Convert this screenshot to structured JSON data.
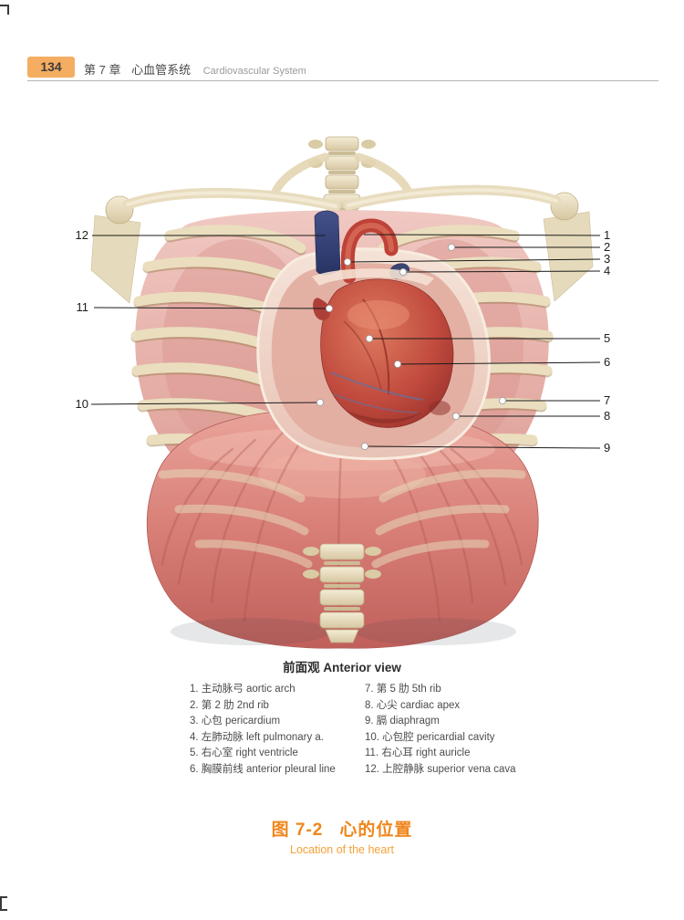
{
  "header": {
    "page_number": "134",
    "chapter_label": "第 7 章",
    "chapter_title_cn": "心血管系统",
    "chapter_title_en": "Cardiovascular System"
  },
  "figure": {
    "view_caption": "前面观 Anterior view",
    "markers": [
      {
        "num": "1"
      },
      {
        "num": "2"
      },
      {
        "num": "3"
      },
      {
        "num": "4"
      },
      {
        "num": "5"
      },
      {
        "num": "6"
      },
      {
        "num": "7"
      },
      {
        "num": "8"
      },
      {
        "num": "9"
      },
      {
        "num": "10"
      },
      {
        "num": "11"
      },
      {
        "num": "12"
      }
    ]
  },
  "legend": {
    "left": [
      "1. 主动脉弓 aortic arch",
      "2. 第 2 肋 2nd rib",
      "3. 心包 pericardium",
      "4. 左肺动脉 left pulmonary a.",
      "5. 右心室 right ventricle",
      "6. 胸膜前线 anterior pleural line"
    ],
    "right": [
      "7. 第 5 肋 5th rib",
      "8. 心尖 cardiac apex",
      "9. 膈 diaphragm",
      "10. 心包腔 pericardial cavity",
      "11. 右心耳 right auricle",
      "12. 上腔静脉 superior vena cava"
    ]
  },
  "caption": {
    "fig_label": "图 7-2",
    "title_cn": "心的位置",
    "title_en": "Location of the heart"
  },
  "colors": {
    "accent_orange": "#F0861B",
    "accent_orange_light": "#F4A037",
    "badge_orange": "#F5AD61",
    "heart_red": "#B23A31",
    "bone": "#EADEBF",
    "muscle_pink": "#D87F77",
    "vein_navy": "#36427A"
  }
}
